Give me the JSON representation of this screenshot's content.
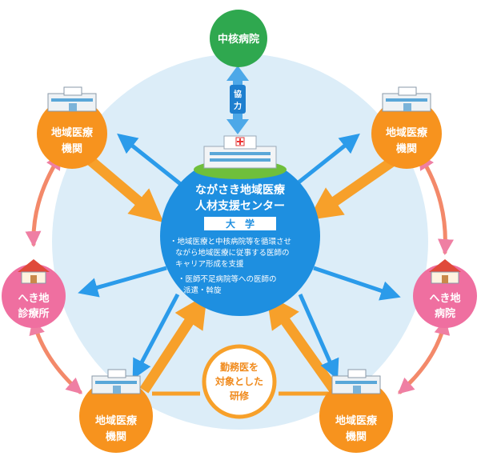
{
  "top_hospital": {
    "label": "中核病院"
  },
  "cooperation": {
    "label_1": "協",
    "label_2": "力"
  },
  "center": {
    "title_line1": "ながさき地域医療",
    "title_line2": "人材支援センター",
    "university_label": "大　学",
    "bullet1_line1": "・地域医療と中核病院等を循環させ",
    "bullet1_line2": "ながら地域医療に従事する医師の",
    "bullet1_line3": "キャリア形成を支援",
    "bullet2_line1": "・医師不足病院等への医師の",
    "bullet2_line2": "派遣・斡旋"
  },
  "regional_institutions": [
    {
      "line1": "地域医療",
      "line2": "機関"
    },
    {
      "line1": "地域医療",
      "line2": "機関"
    },
    {
      "line1": "地域医療",
      "line2": "機関"
    },
    {
      "line1": "地域医療",
      "line2": "機関"
    }
  ],
  "remote_clinic": {
    "line1": "へき地",
    "line2": "診療所"
  },
  "remote_hospital": {
    "line1": "へき地",
    "line2": "病院"
  },
  "training": {
    "line1": "勤務医を",
    "line2": "対象とした",
    "line3": "研修"
  },
  "colors": {
    "background_circle": "#dcedf8",
    "center_blue": "#1e8fe0",
    "top_green": "#2fa84f",
    "regional_orange": "#f7931e",
    "remote_pink": "#ef6fa0",
    "arrow_blue": "#2b9bea",
    "arrow_orange": "#f7a02a"
  }
}
